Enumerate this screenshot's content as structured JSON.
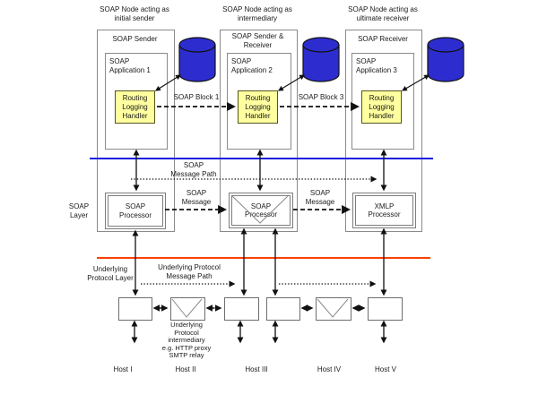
{
  "colors": {
    "soap_layer_line": "#1a1ae0",
    "protocol_layer_line": "#ff4000",
    "handler_fill": "#ffffa0",
    "database_fill": "#2d2dcf"
  },
  "nodes": [
    {
      "role": [
        "SOAP Node acting as",
        "initial sender"
      ],
      "title": [
        "SOAP Sender"
      ],
      "application": [
        "SOAP",
        "Application 1"
      ],
      "handler": [
        "Routing",
        "Logging",
        "Handler"
      ],
      "processor": [
        "SOAP",
        "Processor"
      ]
    },
    {
      "role": [
        "SOAP Node acting as",
        "intermediary"
      ],
      "title": [
        "SOAP Sender &",
        "Receiver"
      ],
      "application": [
        "SOAP",
        "Application 2"
      ],
      "handler": [
        "Routing",
        "Logging",
        "Handler"
      ],
      "processor": [
        "SOAP",
        "Processor"
      ]
    },
    {
      "role": [
        "SOAP Node acting as",
        "ultimate receiver"
      ],
      "title": [
        "SOAP Receiver"
      ],
      "application": [
        "SOAP",
        "Application 3"
      ],
      "handler": [
        "Routing",
        "Logging",
        "Handler"
      ],
      "processor": [
        "XMLP",
        "Processor"
      ]
    }
  ],
  "labels": {
    "soap_block_1": "SOAP Block 1",
    "soap_block_3": "SOAP Block 3",
    "soap_message_path": [
      "SOAP",
      "Message Path"
    ],
    "soap_message_left": [
      "SOAP",
      "Message"
    ],
    "soap_message_right": [
      "SOAP",
      "Message"
    ],
    "soap_layer": [
      "SOAP",
      "Layer"
    ],
    "underlying_protocol_layer": [
      "Underlying",
      "Protocol Layer"
    ],
    "underlying_protocol_message_path": [
      "Underlying Protocol",
      "Message Path"
    ],
    "intermediary_note": [
      "Underlying",
      "Protocol",
      "intermediary",
      "e.g. HTTP proxy",
      "SMTP relay"
    ]
  },
  "hosts": [
    {
      "label": "Host I"
    },
    {
      "label": "Host II"
    },
    {
      "label": "Host III"
    },
    {
      "label": "Host IV"
    },
    {
      "label": "Host V"
    }
  ]
}
